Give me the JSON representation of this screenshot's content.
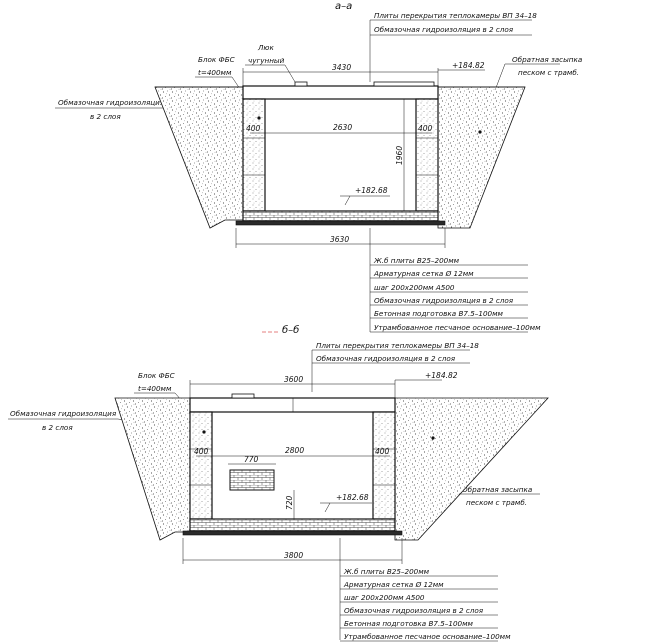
{
  "section_aa": {
    "title": "а–а",
    "roof_label": "Плиты перекрытия теплокамеры ВП 34–18",
    "roof_waterproof": "Обмазочная гидроизоляция в 2 слоя",
    "block_label_1": "Блок ФБС",
    "block_label_2": "t=400мм",
    "hatch_label_1": "Люк",
    "hatch_label_2": "чугунный",
    "backfill_1": "Обратная засыпка",
    "backfill_2": "песком с трамб.",
    "side_waterproof_1": "Обмазочная гидроизоляция",
    "side_waterproof_2": "в 2 слоя",
    "dim_top": "3430",
    "dim_inner": "2630",
    "dim_wall_left": "400",
    "dim_wall_right": "400",
    "dim_height": "1960",
    "elev_top": "+184.82",
    "elev_bottom": "+182.68",
    "dim_bottom": "3630",
    "base_layers": [
      "Ж.б плиты В25–200мм",
      "Арматурная  сетка Ø 12мм",
      "шаг 200х200мм А500",
      "Обмазочная гидроизоляция в 2 слоя",
      "Бетонная подготовка В7.5–100мм",
      "Утрамбованное песчаное основание–100мм"
    ]
  },
  "section_bb": {
    "title": "б–б",
    "roof_label": "Плиты перекрытия теплокамеры ВП 34–18",
    "roof_waterproof": "Обмазочная гидроизоляция в 2 слоя",
    "block_label_1": "Блок ФБС",
    "block_label_2": "t=400мм",
    "side_waterproof_1": "Обмазочная гидроизоляция",
    "side_waterproof_2": "в 2 слоя",
    "backfill_1": "Обратная засыпка",
    "backfill_2": "песком с трамб.",
    "dim_top": "3600",
    "dim_inner": "2800",
    "dim_wall_left": "400",
    "dim_wall_right": "400",
    "dim_pipe": "770",
    "dim_pipe_h": "720",
    "elev_top": "+184.82",
    "elev_bottom": "+182.68",
    "dim_bottom": "3800",
    "base_layers": [
      "Ж.б плиты В25–200мм",
      "Арматурная  сетка Ø 12мм",
      "шаг 200х200мм А500",
      "Обмазочная гидроизоляция в 2 слоя",
      "Бетонная подготовка В7.5–100мм",
      "Утрамбованное песчаное основание–100мм"
    ]
  }
}
